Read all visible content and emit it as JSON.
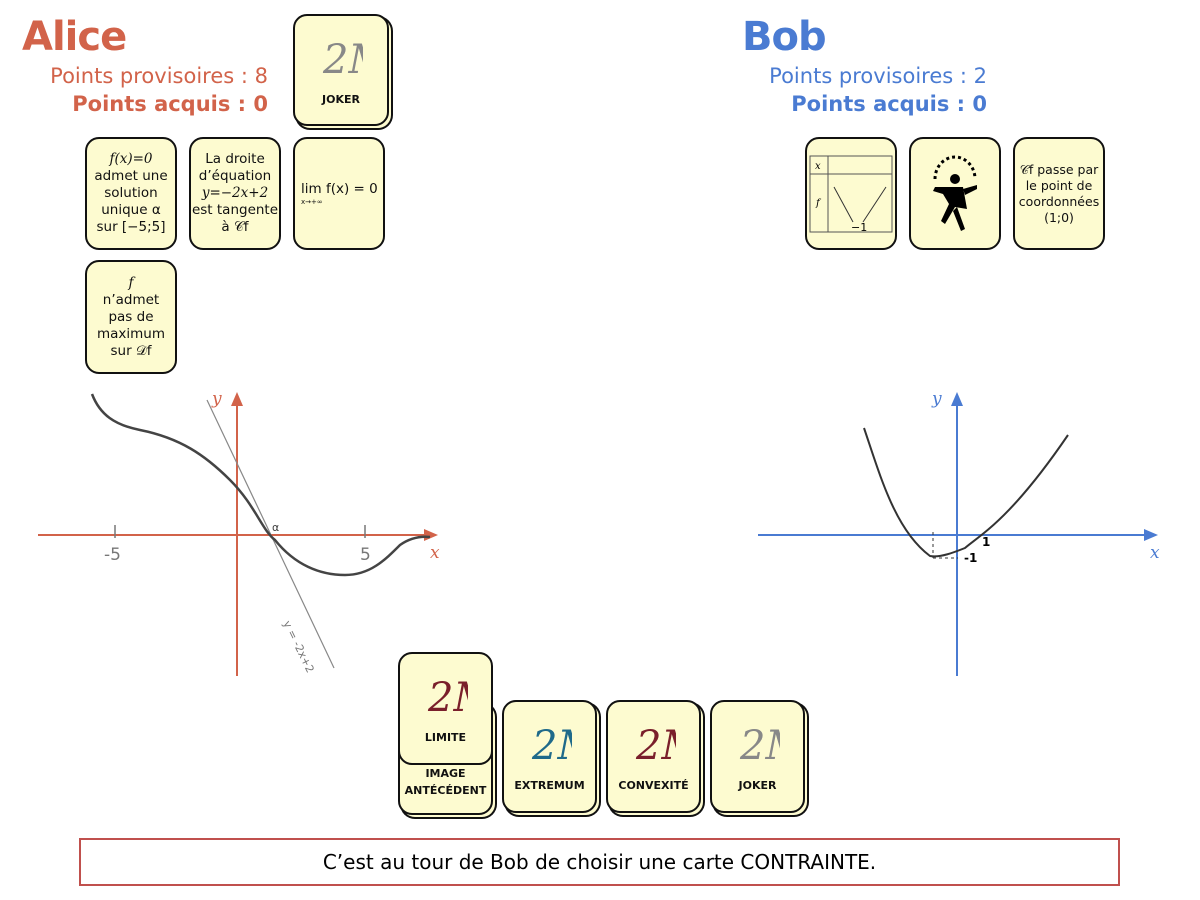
{
  "alice": {
    "name": "Alice",
    "provisional": "Points provisoires : 8",
    "acquired": "Points acquis : 0",
    "color": "#d2634a",
    "deck_label": "JOKER",
    "cards": [
      {
        "math": "f(x)=0",
        "text": "admet une solution unique α sur [−5;5]"
      },
      {
        "text": "La droite d’équation",
        "math": "y=−2x+2",
        "text2": "est tangente à 𝒞f"
      },
      {
        "text": "lim f(x) = 0",
        "sub": "x→+∞"
      },
      {
        "math": "f",
        "text": "n’admet pas de maximum sur 𝒟f"
      }
    ],
    "graph": {
      "x_label": "x",
      "y_label": "y",
      "tick_neg": "-5",
      "tick_pos": "5",
      "alpha": "α",
      "tangent_label": "y = -2x+2"
    }
  },
  "bob": {
    "name": "Bob",
    "provisional": "Points provisoires : 2",
    "acquired": "Points acquis : 0",
    "color": "#4a7bd2",
    "cards": [
      {
        "table_x": "x",
        "table_f": "f",
        "table_min": "−1"
      },
      {
        "icon": "jester-icon"
      },
      {
        "text": "𝒞f passe par le point de coordonnées (1;0)"
      }
    ],
    "graph": {
      "x_label": "x",
      "y_label": "y",
      "tick_x": "1",
      "tick_y": "-1"
    }
  },
  "constraints": {
    "stack_top": "LIMITE",
    "stack_under": "IMAGE ANTÉCÉDENT",
    "cards": [
      "EXTREMUM",
      "CONVEXITÉ",
      "JOKER"
    ]
  },
  "message": "C’est au tour de Bob de choisir une carte CONTRAINTE."
}
